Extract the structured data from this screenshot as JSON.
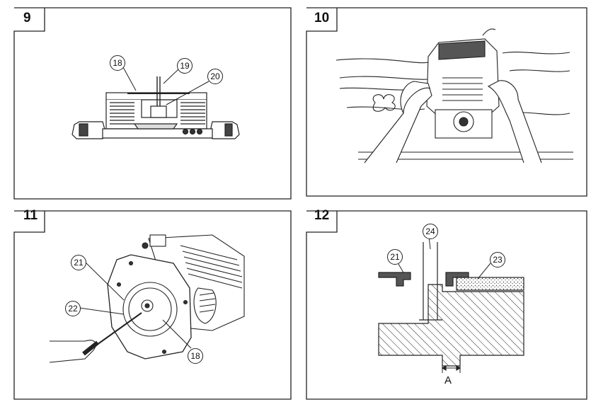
{
  "figures": [
    {
      "number": "9",
      "callouts": [
        "18",
        "19",
        "20"
      ]
    },
    {
      "number": "10",
      "callouts": []
    },
    {
      "number": "11",
      "callouts": [
        "21",
        "22",
        "18"
      ]
    },
    {
      "number": "12",
      "callouts": [
        "24",
        "21",
        "23"
      ],
      "dimension_label": "A"
    }
  ]
}
